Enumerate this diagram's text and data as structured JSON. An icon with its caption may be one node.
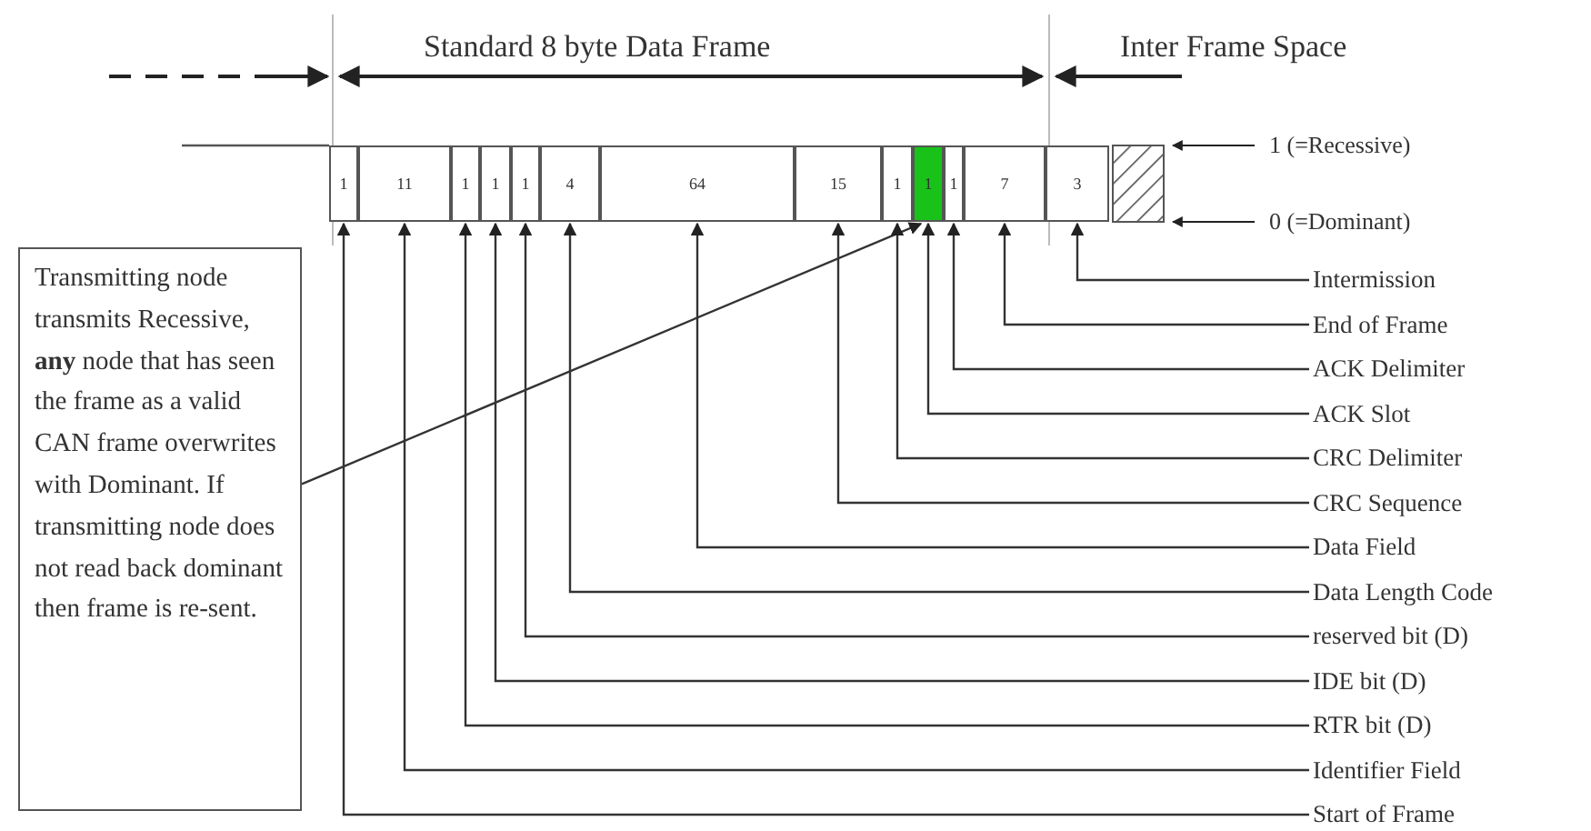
{
  "diagram": {
    "nodes": [
      {
        "text": [
          "1"
        ]
      },
      {
        "text": [
          "11"
        ]
      },
      {
        "text": [
          "1"
        ]
      },
      {
        "text": [
          "1"
        ]
      },
      {
        "text": [
          "1"
        ]
      },
      {
        "text": [
          "4"
        ]
      },
      {
        "text": [
          "64"
        ]
      },
      {
        "text": [
          "15"
        ]
      },
      {
        "text": [
          "1"
        ]
      },
      {
        "text": [
          "1"
        ]
      },
      {
        "text": [
          "1"
        ]
      },
      {
        "text": [
          "7"
        ]
      },
      {
        "text": [
          "3"
        ]
      },
      {
        "text": [
          "Transmitting node transmits Recessive, **any** node that has seen the frame as a valid CAN frame overwrites with  Dominant. If transmitting node does not read back dominant then frame is re-sent."
        ]
      },
      {
        "text": [
          "Intermission"
        ]
      },
      {
        "text": [
          "End of Frame"
        ]
      },
      {
        "text": [
          "ACK Delimiter"
        ]
      },
      {
        "text": [
          "ACK Slot"
        ]
      },
      {
        "text": [
          "CRC Delimiter"
        ]
      },
      {
        "text": [
          "CRC Sequence"
        ]
      },
      {
        "text": [
          "Data Field"
        ]
      },
      {
        "text": [
          "Data Length Code"
        ]
      },
      {
        "text": [
          "reserved bit (D)"
        ]
      },
      {
        "text": [
          "IDE bit (D)"
        ]
      },
      {
        "text": [
          "RTR bit (D)"
        ]
      },
      {
        "text": [
          "Identifier Field"
        ]
      },
      {
        "text": [
          "Start of Frame"
        ]
      }
    ],
    "edges": [
      {
        "from": 13,
        "to": 9,
        "arrow": "to"
      },
      {
        "from": 14,
        "to": 12,
        "arrow": "to"
      },
      {
        "from": 15,
        "to": 11,
        "arrow": "to"
      },
      {
        "from": 16,
        "to": 10,
        "arrow": "to"
      },
      {
        "from": 17,
        "to": 9,
        "arrow": "to"
      },
      {
        "from": 18,
        "to": 8,
        "arrow": "to"
      },
      {
        "from": 19,
        "to": 7,
        "arrow": "to"
      },
      {
        "from": 20,
        "to": 6,
        "arrow": "to"
      },
      {
        "from": 21,
        "to": 5,
        "arrow": "to"
      },
      {
        "from": 22,
        "to": 4,
        "arrow": "to"
      },
      {
        "from": 23,
        "to": 3,
        "arrow": "to"
      },
      {
        "from": 24,
        "to": 2,
        "arrow": "to"
      },
      {
        "from": 25,
        "to": 1,
        "arrow": "to"
      },
      {
        "from": 26,
        "to": 0,
        "arrow": "to"
      }
    ],
    "labels": [
      "Standard 8 byte Data Frame",
      "Inter Frame Space",
      "1 (=Recessive)",
      "0 (=Dominant)"
    ]
  }
}
